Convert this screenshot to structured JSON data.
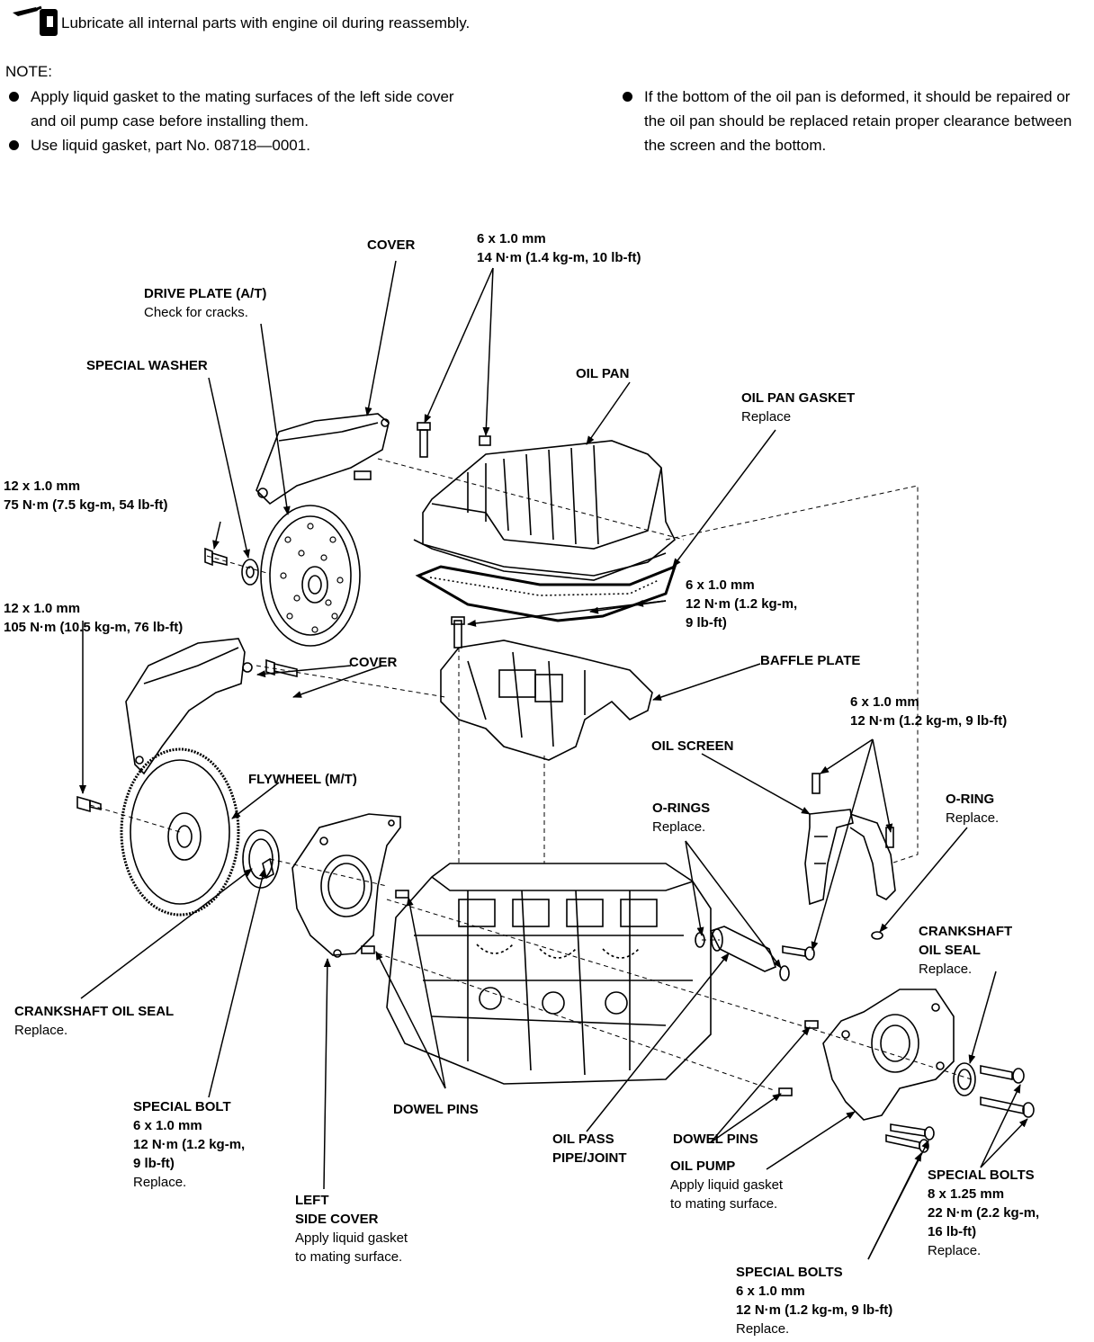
{
  "header": {
    "lubricate_text": "Lubricate all internal parts with engine oil during reassembly.",
    "note_heading": "NOTE:",
    "notes_left": [
      "Apply liquid gasket to the mating surfaces of the left side cover and oil pump case before installing them.",
      "Use liquid gasket, part No. 08718—0001."
    ],
    "notes_right": [
      "If the bottom of the oil pan is deformed, it should be repaired or the oil pan should be replaced retain proper clearance between the screen and the bottom."
    ]
  },
  "labels": {
    "cover_top": "COVER",
    "bolt_top_size": "6 x 1.0 mm",
    "bolt_top_torque": "14 N·m (1.4 kg-m, 10 lb-ft)",
    "drive_plate": "DRIVE PLATE (A/T)",
    "drive_plate_note": "Check for cracks.",
    "special_washer": "SPECIAL WASHER",
    "oil_pan": "OIL PAN",
    "oil_pan_gasket": "OIL PAN GASKET",
    "oil_pan_gasket_note": "Replace",
    "bolt_dp_size": "12 x 1.0 mm",
    "bolt_dp_torque": "75 N·m (7.5 kg-m, 54 lb-ft)",
    "bolt_fw_size": "12 x 1.0 mm",
    "bolt_fw_torque": "105 N·m (10.5 kg-m, 76 lb-ft)",
    "bolt_pan_size": "6 x 1.0 mm",
    "bolt_pan_torque_1": "12 N·m (1.2 kg-m,",
    "bolt_pan_torque_2": "9 lb-ft)",
    "cover_mid": "COVER",
    "baffle_plate": "BAFFLE PLATE",
    "bolt_screen_size": "6 x 1.0 mm",
    "bolt_screen_torque": "12 N·m (1.2 kg-m, 9 lb-ft)",
    "oil_screen": "OIL SCREEN",
    "flywheel": "FLYWHEEL (M/T)",
    "o_rings": "O-RINGS",
    "o_rings_note": "Replace.",
    "o_ring": "O-RING",
    "o_ring_note": "Replace.",
    "crank_seal_right": "CRANKSHAFT",
    "crank_seal_right_2": "OIL SEAL",
    "crank_seal_right_note": "Replace.",
    "crank_seal_left": "CRANKSHAFT OIL SEAL",
    "crank_seal_left_note": "Replace.",
    "special_bolt": "SPECIAL BOLT",
    "special_bolt_size": "6 x 1.0 mm",
    "special_bolt_torque_1": "12 N·m (1.2 kg-m,",
    "special_bolt_torque_2": "9 lb-ft)",
    "special_bolt_note": "Replace.",
    "dowel_pins_left": "DOWEL PINS",
    "oil_pass_1": "OIL PASS",
    "oil_pass_2": "PIPE/JOINT",
    "dowel_pins_right": "DOWEL PINS",
    "oil_pump": "OIL PUMP",
    "oil_pump_note_1": "Apply liquid gasket",
    "oil_pump_note_2": "to mating surface.",
    "special_bolts_8": "SPECIAL BOLTS",
    "special_bolts_8_size": "8 x 1.25 mm",
    "special_bolts_8_torque_1": "22 N·m (2.2 kg-m,",
    "special_bolts_8_torque_2": "16 lb-ft)",
    "special_bolts_8_note": "Replace.",
    "left_side_cover_1": "LEFT",
    "left_side_cover_2": "SIDE COVER",
    "left_side_cover_note_1": "Apply liquid gasket",
    "left_side_cover_note_2": "to mating surface.",
    "special_bolts_6": "SPECIAL BOLTS",
    "special_bolts_6_size": "6 x 1.0 mm",
    "special_bolts_6_torque": "12 N·m (1.2 kg-m, 9 lb-ft)",
    "special_bolts_6_note": "Replace."
  }
}
